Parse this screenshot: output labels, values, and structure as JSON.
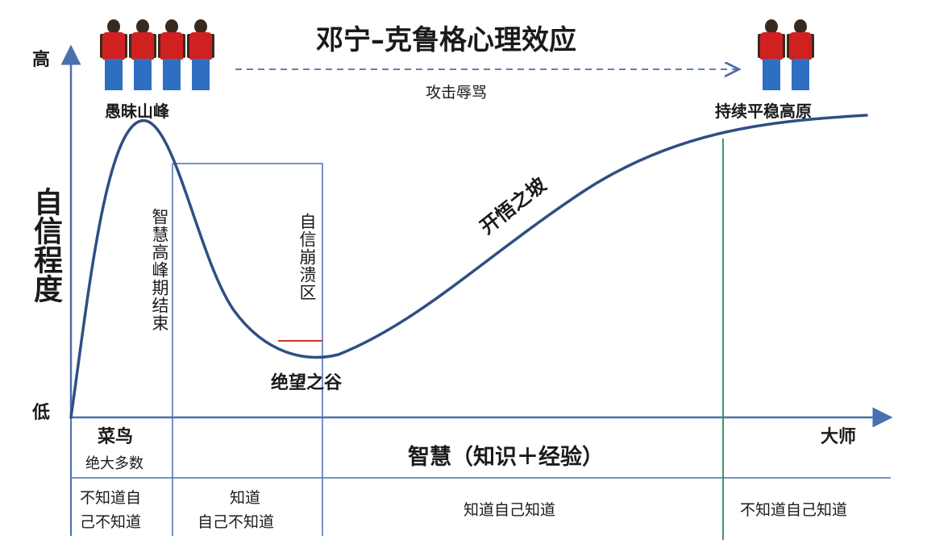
{
  "title": "邓宁–克鲁格心理效应",
  "y_axis": {
    "label": "自信程度",
    "high": "高",
    "low": "低"
  },
  "x_axis": {
    "label": "智慧（知识＋经验）",
    "end_label": "大师"
  },
  "arrow_label": "攻击辱骂",
  "labels": {
    "peak": "愚昧山峰",
    "plateau": "持续平稳高原",
    "valley": "绝望之谷",
    "slope": "开悟之坡",
    "peak_end": "智慧高峰期结束",
    "collapse": "自信崩溃区",
    "novice": "菜鸟",
    "novice_sub": "绝大多数"
  },
  "stages": [
    {
      "line1": "不知道自",
      "line2": "己不知道"
    },
    {
      "line1": "知道",
      "line2": "自己不知道"
    },
    {
      "line1": "知道自己知道",
      "line2": ""
    },
    {
      "line1": "不知道自己知道",
      "line2": ""
    }
  ],
  "colors": {
    "axis": "#4a6fb0",
    "curve": "#2f4f82",
    "person_shirt": "#d02020",
    "person_pants": "#2f6fc2",
    "divider_green": "#2e8b57",
    "marker_red": "#d43030"
  },
  "people_counts": {
    "peak": 4,
    "plateau": 2
  }
}
